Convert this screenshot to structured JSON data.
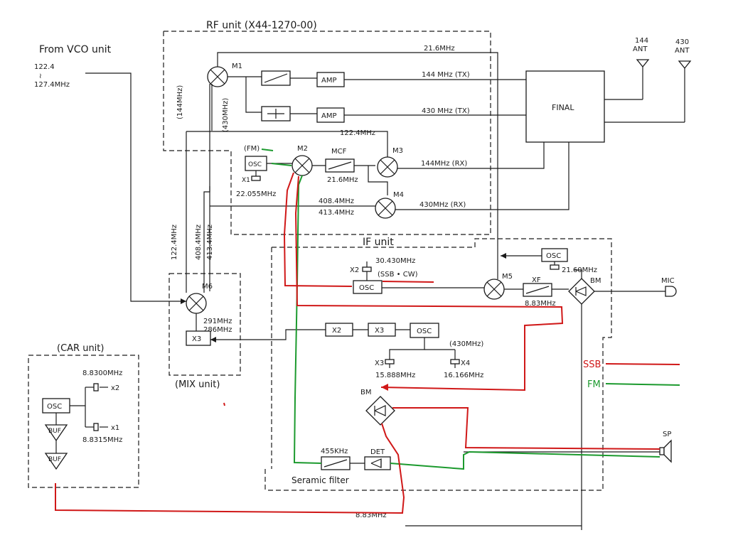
{
  "units": {
    "rf": "RF unit (X44-1270-00)",
    "if": "IF unit",
    "mix": "(MIX unit)",
    "car": "(CAR unit)"
  },
  "vco": {
    "title": "From VCO unit",
    "f1": "122.4",
    "tilde": "≀",
    "f2": "127.4MHz"
  },
  "ant": {
    "a144_num": "144",
    "a144_lbl": "ANT",
    "a430_num": "430",
    "a430_lbl": "ANT"
  },
  "blocks": {
    "final": "FINAL",
    "amp": "AMP",
    "osc": "OSC",
    "mcf": "MCF",
    "x2": "X2",
    "x3": "X3",
    "det": "DET",
    "buf": "BUF",
    "xf": "XF",
    "bm": "BM"
  },
  "mixers": {
    "m1": "M1",
    "m2": "M2",
    "m3": "M3",
    "m4": "M4",
    "m5": "M5",
    "m6": "M6"
  },
  "labels": {
    "f21_6": "21.6MHz",
    "f144tx": "144 MHz (TX)",
    "f430tx": "430 MHz (TX)",
    "f122_4a": "122.4MHz",
    "f144rx": "144MHz (RX)",
    "f430rx": "430MHz (RX)",
    "fm_tag": "(FM)",
    "x1": "X1",
    "f22_055": "22.055MHz",
    "f21_6b": "21.6MHz",
    "f408": "408.4MHz",
    "f413": "413.4MHz",
    "v144": "(144MHz)",
    "v430": "(430MHz)",
    "v122": "122.4MHz",
    "v408": "408.4MHz",
    "v413": "413.4MHz",
    "x2": "X2",
    "f30_43": "30.430MHz",
    "ssbcw": "(SSB • CW)",
    "f21_60": "21.60MHz",
    "f8_83a": "8.83MHz",
    "f291": "291MHz",
    "f286": "286MHz",
    "f430c": "(430MHz)",
    "x3": "X3",
    "x4": "X4",
    "f15_888": "15.888MHz",
    "f16_166": "16.166MHz",
    "f455": "455KHz",
    "ceramic": "Seramic filter",
    "f8_83b": "8.83MHz",
    "mic": "MIC",
    "sp": "SP",
    "car_f1": "8.8300MHz",
    "car_x2": "x2",
    "car_x1": "x1",
    "car_f2": "8.8315MHz"
  },
  "legend": {
    "ssb": "SSB",
    "fm": "FM",
    "ssb_color": "#d01818",
    "fm_color": "#1c9a2e"
  }
}
